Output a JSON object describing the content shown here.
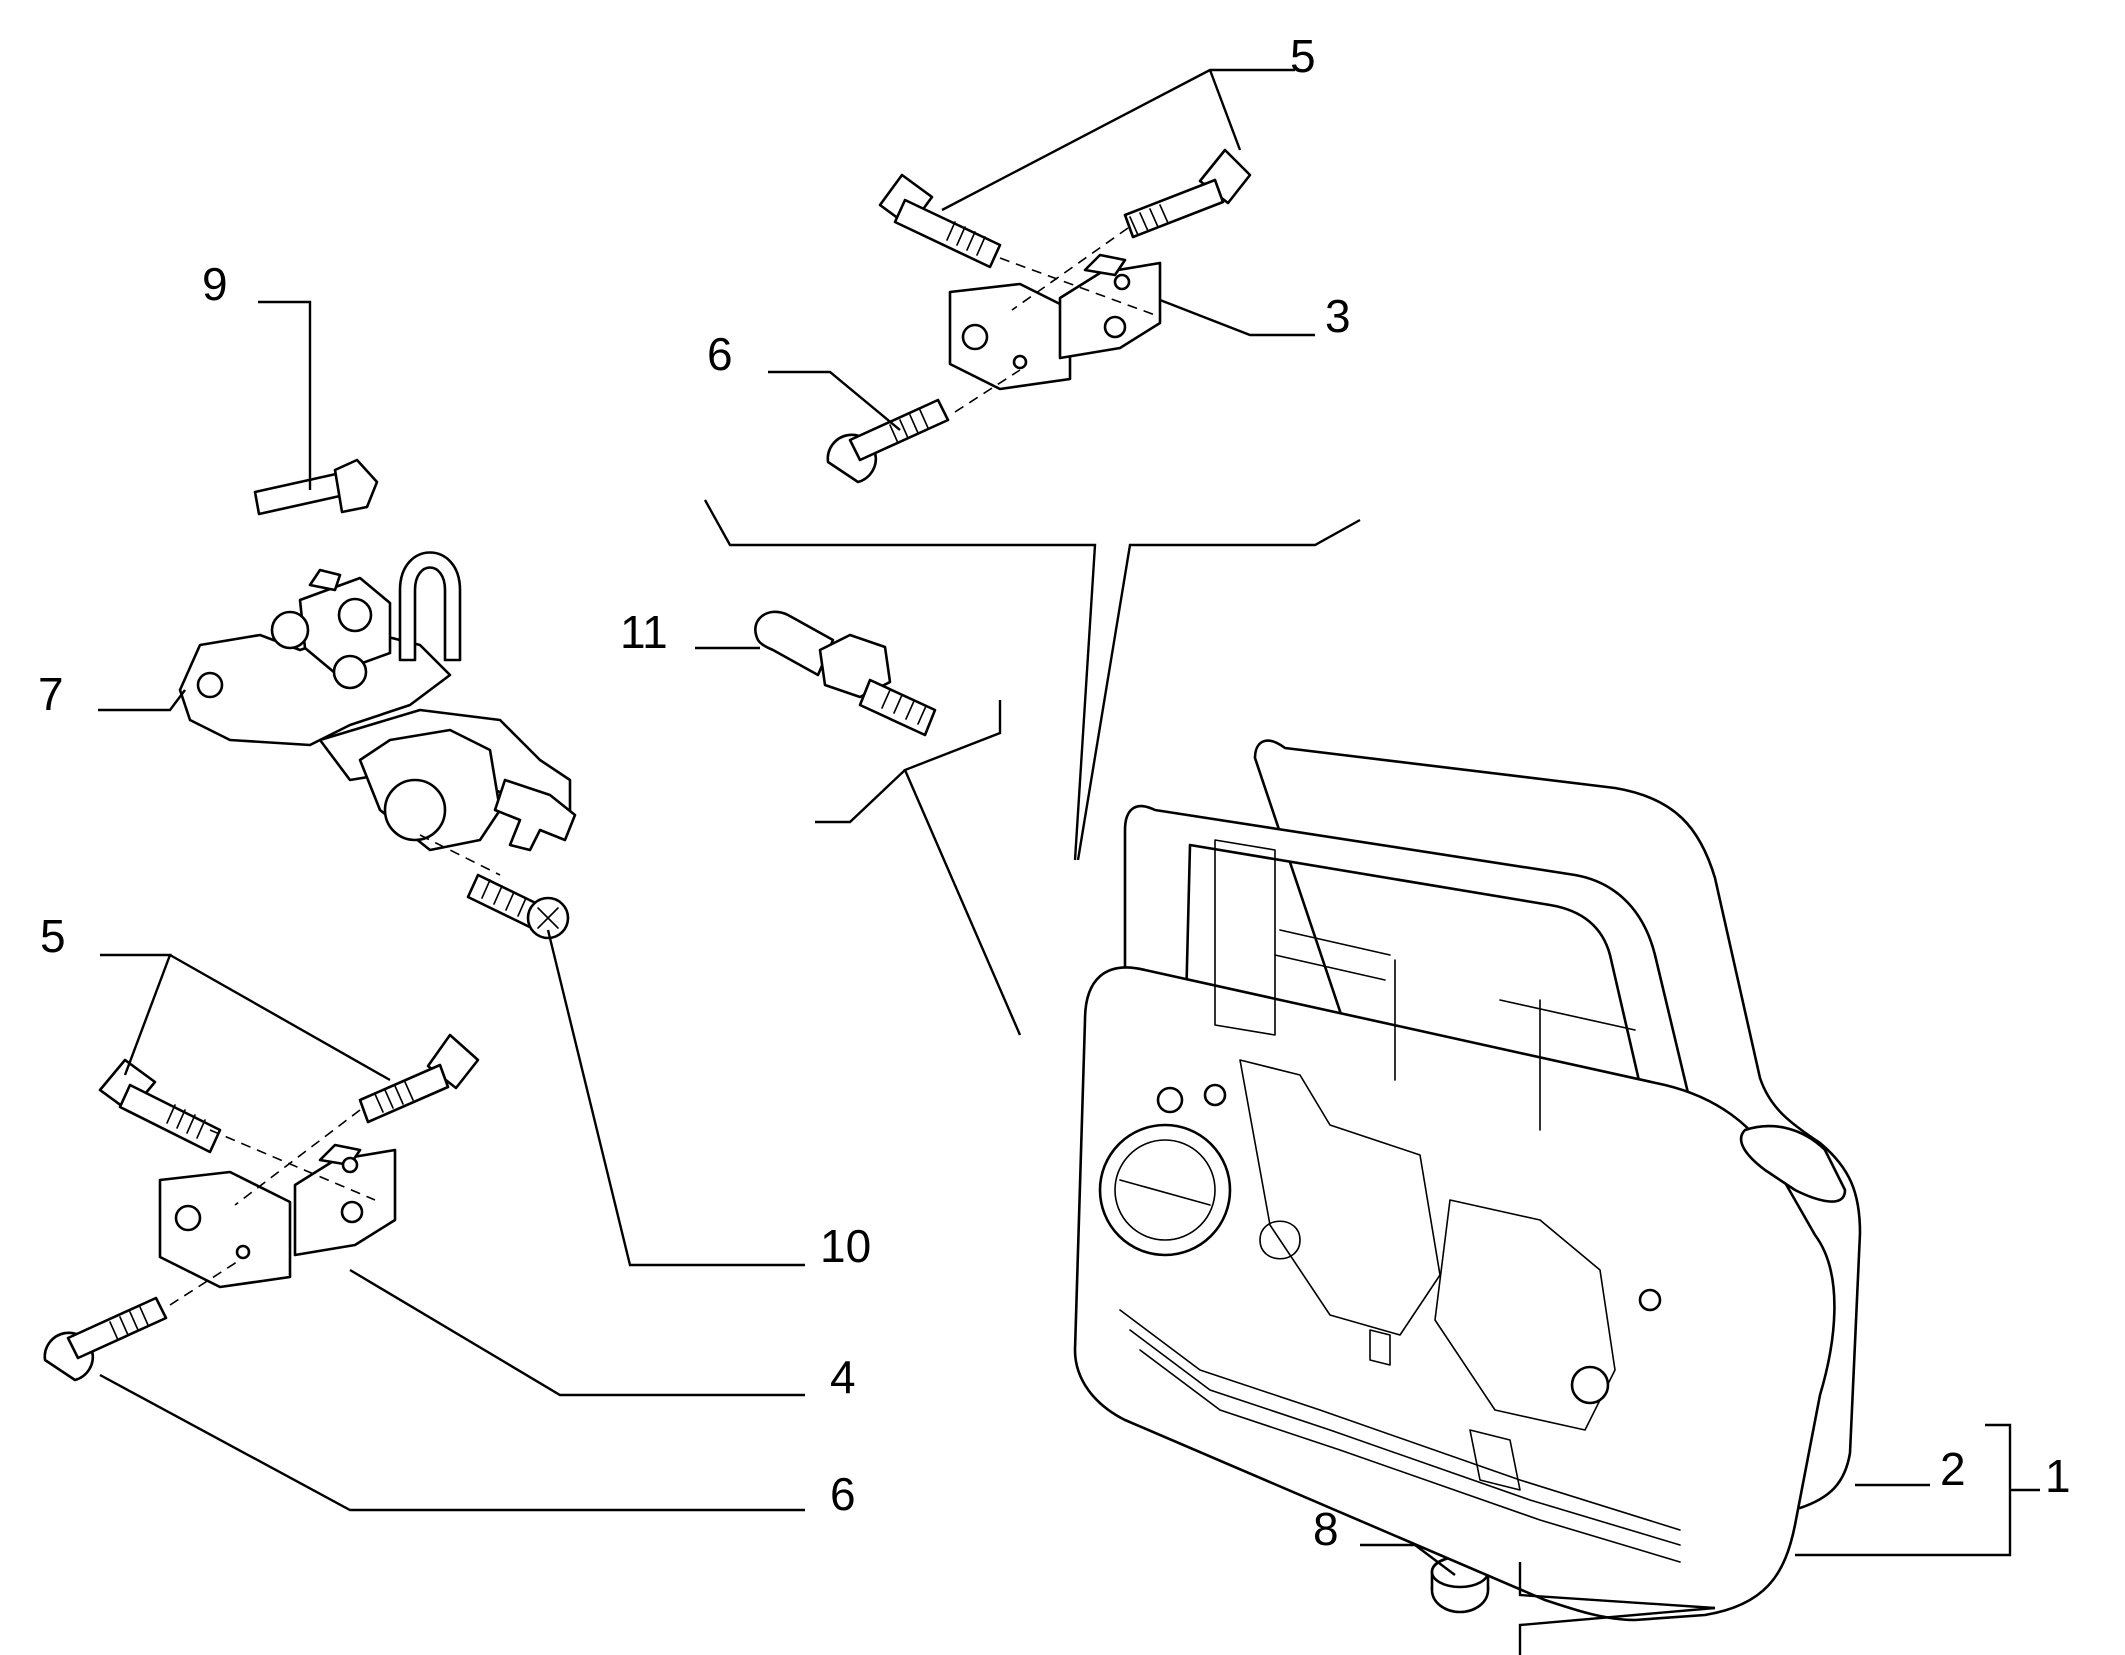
{
  "callouts": {
    "c1": "1",
    "c2": "2",
    "c3": "3",
    "c4": "4",
    "c5_top": "5",
    "c5_left": "5",
    "c6_top": "6",
    "c6_bottom": "6",
    "c7": "7",
    "c8": "8",
    "c9": "9",
    "c10": "10",
    "c11": "11"
  }
}
